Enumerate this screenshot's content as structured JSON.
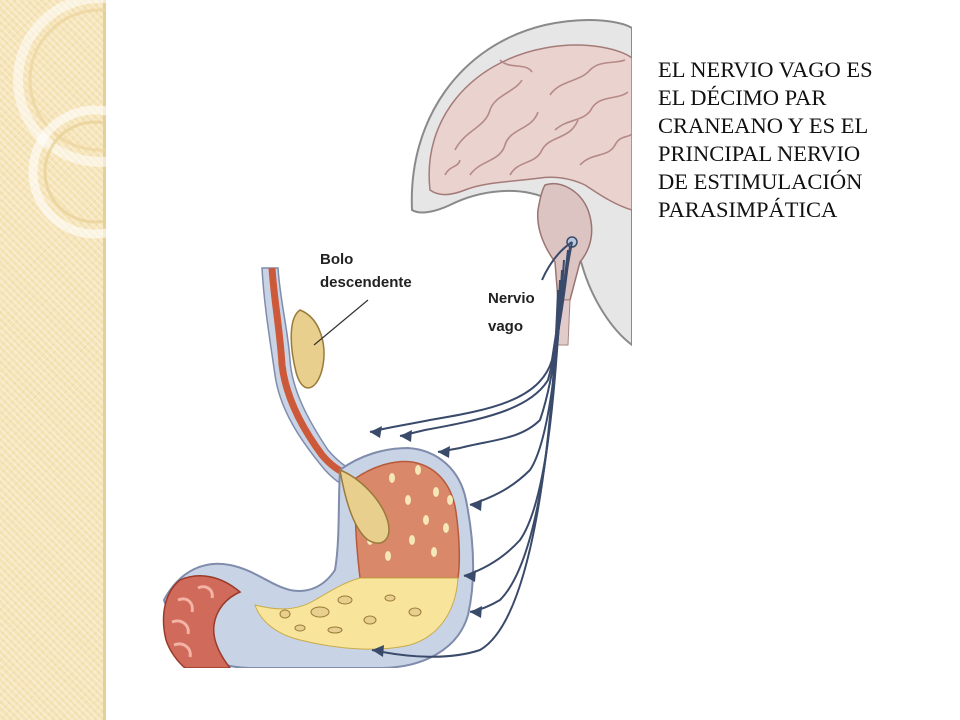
{
  "caption": {
    "lines": [
      "EL NERVIO VAGO ES",
      "EL DÉCIMO PAR",
      "CRANEANO Y ES EL",
      "PRINCIPAL NERVIO",
      "DE ESTIMULACIÓN",
      "PARASIMPÁTICA"
    ]
  },
  "diagram": {
    "labels": {
      "bolus_line1": "Bolo",
      "bolus_line2": "descendente",
      "nerve_line1": "Nervio",
      "nerve_line2": "vago"
    }
  },
  "colors": {
    "strip": "#f6e3b6",
    "brain": "#e8c9c6",
    "gastric_wall": "#d9896a",
    "gastric_contents": "#f8e49a",
    "nerve": "#3a4a6a",
    "bolus": "#e8cf8e"
  }
}
